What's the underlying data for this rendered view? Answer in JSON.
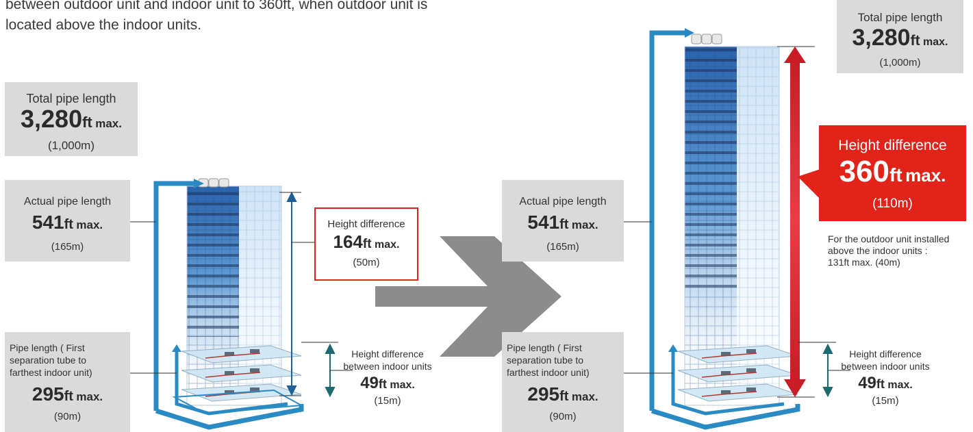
{
  "intro": {
    "line1": "between outdoor unit and indoor unit to 360ft, when outdoor unit is",
    "line2": "located above the indoor units."
  },
  "left": {
    "total": {
      "label": "Total pipe length",
      "value": "3,280",
      "unit": "ft",
      "max": "max.",
      "metric": "(1,000m)"
    },
    "actual": {
      "label": "Actual pipe length",
      "value": "541",
      "unit": "ft",
      "max": "max.",
      "metric": "(165m)"
    },
    "height": {
      "label": "Height difference",
      "value": "164",
      "unit": "ft",
      "max": "max.",
      "metric": "(50m)"
    },
    "pipe": {
      "label": "Pipe length ( First separation tube to farthest indoor unit)",
      "value": "295",
      "unit": "ft",
      "max": "max.",
      "metric": "(90m)"
    },
    "indoor": {
      "label1": "Height difference",
      "label2": "between indoor units",
      "value": "49",
      "unit": "ft",
      "max": "max.",
      "metric": "(15m)"
    }
  },
  "right": {
    "total": {
      "label": "Total pipe length",
      "value": "3,280",
      "unit": "ft",
      "max": "max.",
      "metric": "(1,000m)"
    },
    "actual": {
      "label": "Actual pipe length",
      "value": "541",
      "unit": "ft",
      "max": "max.",
      "metric": "(165m)"
    },
    "height": {
      "label": "Height difference",
      "value": "360",
      "unit": "ft",
      "max": "max.",
      "metric": "(110m)"
    },
    "note": {
      "line1": "For the outdoor unit installed",
      "line2": "above the indoor units :",
      "line3": "131ft max. (40m)"
    },
    "pipe": {
      "label": "Pipe length ( First separation tube to farthest indoor unit)",
      "value": "295",
      "unit": "ft",
      "max": "max.",
      "metric": "(90m)"
    },
    "indoor": {
      "label1": "Height difference",
      "label2": "between indoor units",
      "value": "49",
      "unit": "ft",
      "max": "max.",
      "metric": "(15m)"
    }
  },
  "colors": {
    "accent": "#e2231a",
    "pipe": "#2a8bc4",
    "box": "#dadada",
    "arrow": "#8c8c8c",
    "building": "#2d6fb8"
  }
}
